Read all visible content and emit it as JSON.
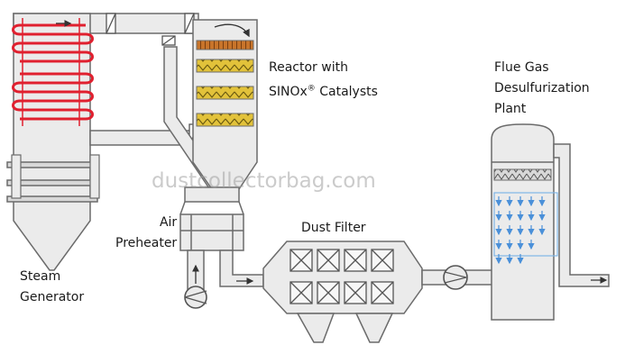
{
  "labels": {
    "reactor_line1": "Reactor with",
    "reactor_line2_prefix": "SINOx",
    "reactor_line2_mark": "®",
    "reactor_line2_suffix": " Catalysts",
    "fgd_line1": "Flue Gas",
    "fgd_line2": "Desulfurization",
    "fgd_line3": "Plant",
    "air_line1": "Air",
    "air_line2": "Preheater",
    "dust_filter": "Dust Filter",
    "steam_line1": "Steam",
    "steam_line2": "Generator"
  },
  "watermark": "dustcollectorbag.com",
  "colors": {
    "outline": "#6b6b6b",
    "equipment_fill": "#ebebeb",
    "heating_coil": "#e0202f",
    "catalyst_band": "#e2c23a",
    "catalyst_top": "#c8742a",
    "spray_arrows": "#4a90d9",
    "spray_frame": "#7fb6e6"
  },
  "icons": [
    "flow-arrow-icon",
    "fan-icon",
    "damper-icon",
    "filter-bag-icon",
    "spray-arrow-icon"
  ]
}
